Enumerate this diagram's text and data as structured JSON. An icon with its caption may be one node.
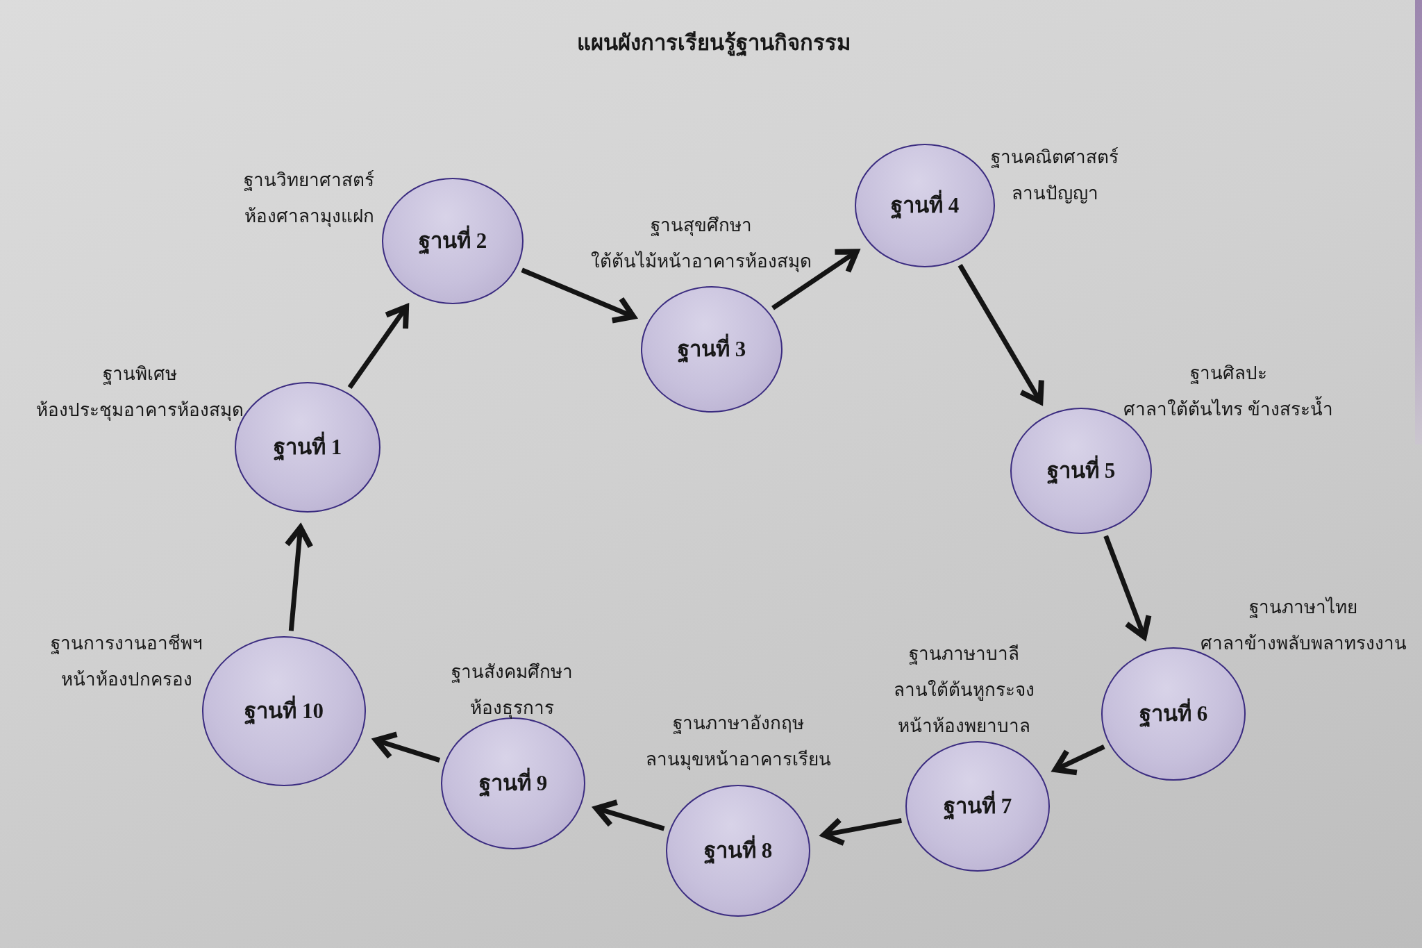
{
  "diagram": {
    "title": "แผนผังการเรียนรู้ฐานกิจกรรม",
    "nodes": [
      {
        "text": [
          "ฐานที่ 1"
        ],
        "beside": [
          "ฐานพิเศษ",
          "ห้องประชุมอาคารห้องสมุด"
        ]
      },
      {
        "text": [
          "ฐานที่ 2"
        ],
        "beside": [
          "ฐานวิทยาศาสตร์",
          "ห้องศาลามุงแฝก"
        ]
      },
      {
        "text": [
          "ฐานที่ 3"
        ],
        "beside": [
          "ฐานสุขศึกษา",
          "ใต้ต้นไม้หน้าอาคารห้องสมุด"
        ]
      },
      {
        "text": [
          "ฐานที่ 4"
        ],
        "beside": [
          "ฐานคณิตศาสตร์",
          "ลานปัญญา"
        ]
      },
      {
        "text": [
          "ฐานที่ 5"
        ],
        "beside": [
          "ฐานศิลปะ",
          "ศาลาใต้ต้นไทร ข้างสระน้ำ"
        ]
      },
      {
        "text": [
          "ฐานที่ 6"
        ],
        "beside": [
          "ฐานภาษาไทย",
          "ศาลาข้างพลับพลาทรงงาน"
        ]
      },
      {
        "text": [
          "ฐานที่ 7"
        ],
        "beside": [
          "ฐานภาษาบาลี",
          "ลานใต้ต้นหูกระจง",
          "หน้าห้องพยาบาล"
        ]
      },
      {
        "text": [
          "ฐานที่ 8"
        ],
        "beside": [
          "ฐานภาษาอังกฤษ",
          "ลานมุขหน้าอาคารเรียน"
        ]
      },
      {
        "text": [
          "ฐานที่ 9"
        ],
        "beside": [
          "ฐานสังคมศึกษา",
          "ห้องธุรการ"
        ]
      },
      {
        "text": [
          "ฐานที่ 10"
        ],
        "beside": [
          "ฐานการงานอาชีพฯ",
          "หน้าห้องปกครอง"
        ]
      }
    ],
    "edges": [
      {
        "from": 9,
        "to": 0,
        "arrow": "to"
      },
      {
        "from": 0,
        "to": 1,
        "arrow": "to"
      },
      {
        "from": 1,
        "to": 2,
        "arrow": "to"
      },
      {
        "from": 2,
        "to": 3,
        "arrow": "to"
      },
      {
        "from": 3,
        "to": 4,
        "arrow": "to"
      },
      {
        "from": 4,
        "to": 5,
        "arrow": "to"
      },
      {
        "from": 5,
        "to": 6,
        "arrow": "to"
      },
      {
        "from": 6,
        "to": 7,
        "arrow": "to"
      },
      {
        "from": 7,
        "to": 8,
        "arrow": "to"
      },
      {
        "from": 8,
        "to": 9,
        "arrow": "to"
      }
    ]
  }
}
